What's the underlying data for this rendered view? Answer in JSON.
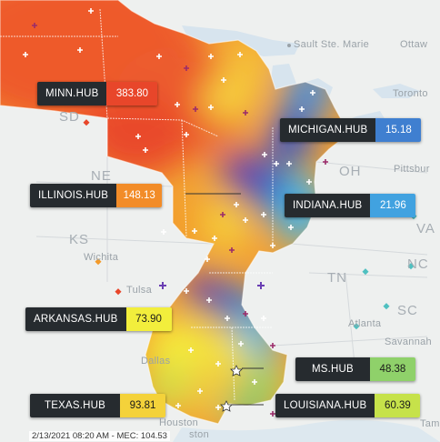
{
  "map": {
    "place_labels": {
      "sault_ste_marie": "Sault Ste. Marie",
      "ottawa": "Ottaw",
      "toronto": "Toronto",
      "pittsburgh": "Pittsbur",
      "oh": "OH",
      "ne": "NE",
      "ks": "KS",
      "sd": "SD",
      "wichita": "Wichita",
      "tulsa": "Tulsa",
      "tn": "TN",
      "nc": "NC",
      "sc": "SC",
      "va": "VA",
      "atlanta": "Atlanta",
      "savannah": "Savannah",
      "dallas": "Dallas",
      "houston": "Houston",
      "tampa": "Tamp",
      "ston": "ston"
    }
  },
  "hubs": [
    {
      "name": "MINN.HUB",
      "price": "383.80",
      "color": "#e8462a"
    },
    {
      "name": "MICHIGAN.HUB",
      "price": "15.18",
      "color": "#3f7fd0"
    },
    {
      "name": "ILLINOIS.HUB",
      "price": "148.13",
      "color": "#f28c28"
    },
    {
      "name": "INDIANA.HUB",
      "price": "21.96",
      "color": "#41a2e0"
    },
    {
      "name": "ARKANSAS.HUB",
      "price": "73.90",
      "color": "#f2ee3c"
    },
    {
      "name": "MS.HUB",
      "price": "48.38",
      "color": "#8fd16a"
    },
    {
      "name": "TEXAS.HUB",
      "price": "93.81",
      "color": "#f4d23a"
    },
    {
      "name": "LOUISIANA.HUB",
      "price": "60.39",
      "color": "#c6e24a"
    }
  ],
  "footer": {
    "text": "2/13/2021 08:20 AM - MEC: 104.53"
  }
}
